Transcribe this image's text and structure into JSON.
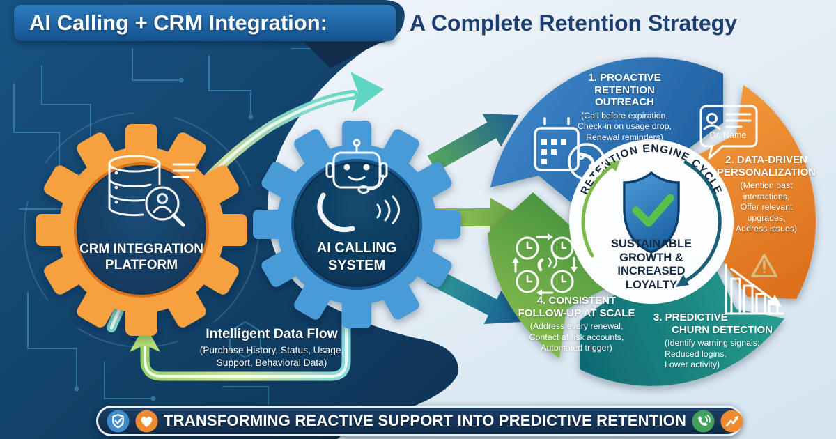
{
  "header": {
    "title_highlight": "AI Calling + CRM Integration:",
    "title_rest": "A Complete Retention Strategy"
  },
  "left_panel": {
    "crm_gear": {
      "icon": "database-search-icon",
      "label_lines": [
        "CRM INTEGRATION",
        "PLATFORM"
      ]
    },
    "ai_gear": {
      "icon": "robot-headset-icon",
      "label_lines": [
        "AI CALLING",
        "SYSTEM"
      ]
    },
    "data_flow": {
      "title": "Intelligent Data Flow",
      "detail_lines": [
        "(Purchase History, Status, Usage,",
        "Support, Behavioral Data)"
      ]
    }
  },
  "cycle": {
    "ring_label": "RETENTION ENGINE CYCLE",
    "center": {
      "icon": "shield-check-icon",
      "lines": [
        "SUSTAINABLE",
        "GROWTH & INCREASED",
        "LOYALTY"
      ]
    },
    "steps": [
      {
        "title_lines": [
          "1. PROACTIVE",
          "RETENTION",
          "OUTREACH"
        ],
        "detail_lines": [
          "(Call before expiration,",
          "Check-in on usage drop,",
          "Renewal reminders)"
        ],
        "icon": "calendar-call-icon",
        "color": "#2a6cb0"
      },
      {
        "title_lines": [
          "2. DATA-DRIVEN",
          "PERSONALIZATION"
        ],
        "detail_lines": [
          "(Mention past",
          "interactions,",
          "Offer relevant",
          "upgrades,",
          "Address issues)"
        ],
        "icon": "doctor-profile-bubble-icon",
        "bubble_label": "Dr. Name",
        "color": "#e8832e"
      },
      {
        "title_lines": [
          "3. PREDICTIVE",
          "CHURN DETECTION"
        ],
        "detail_lines": [
          "(Identify warning signals:",
          "Reduced logins,",
          "Lower activity)"
        ],
        "icon": "declining-chart-warning-icon",
        "color": "#1d8b80"
      },
      {
        "title_lines": [
          "4. CONSISTENT",
          "FOLLOW-UP AT SCALE"
        ],
        "detail_lines": [
          "(Address every renewal,",
          "Contact at risk accounts,",
          "Automated trigger)"
        ],
        "icon": "clock-cycle-call-icon",
        "color": "#5ea344"
      }
    ]
  },
  "footer": {
    "text": "TRANSFORMING REACTIVE SUPPORT INTO PREDICTIVE RETENTION",
    "left_icons": [
      "shield-check-icon",
      "heart-icon"
    ],
    "right_icons": [
      "phone-call-icon",
      "growth-arrow-icon"
    ]
  },
  "colors": {
    "title_box_blue": "#2273b8",
    "title_text_dark": "#1d3e6e",
    "dark_background": "#12466e",
    "orange_gear": "#ef8a2c",
    "blue_gear": "#2b7dbf",
    "step1_blue": "#2a6cb0",
    "step2_orange": "#e8832e",
    "step3_teal": "#1d8b80",
    "step4_green": "#5ea344",
    "banner_navy": "#15375e",
    "glow_teal": "#6fd6c8",
    "glow_yellow": "#f0e48c",
    "check_green": "#57c14b"
  }
}
